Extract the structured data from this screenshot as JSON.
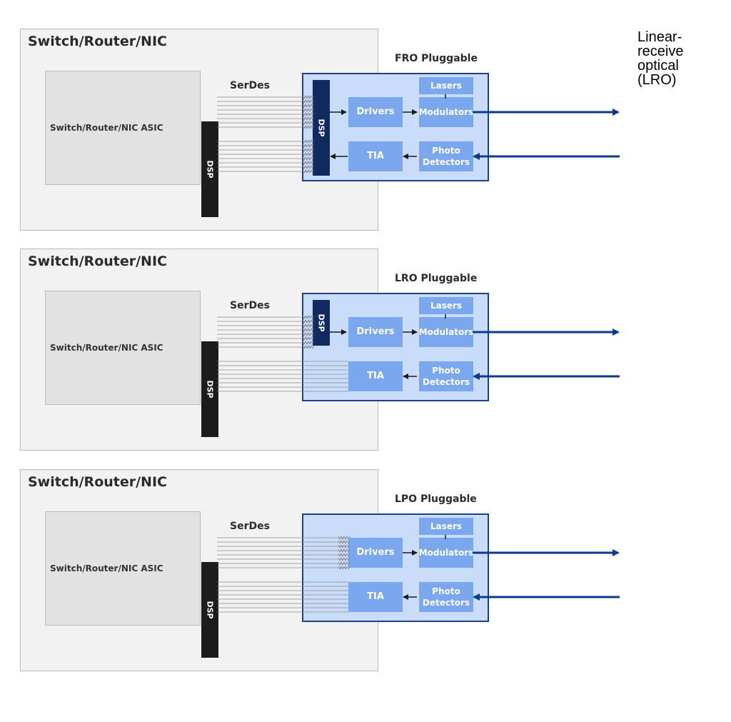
{
  "side_label": "Linear-\nreceive\noptical\n(LRO)",
  "colors": {
    "module_fill": "#c9dcfa",
    "module_border": "#1f3f86",
    "block_fill": "#7aa7ee",
    "arrow": "#0d3a8c",
    "dsp_module": "#10295e",
    "dsp_asic": "#1c1c1c"
  },
  "panels": [
    {
      "title": "Switch/Router/NIC",
      "asic_label": "Switch/Router/NIC ASIC",
      "dsp_label": "DSP",
      "serdes_label": "SerDes",
      "pluggable": {
        "title": "FRO Pluggable",
        "dsp_label": "DSP",
        "lasers": "Lasers",
        "drivers": "Drivers",
        "modulators": "Modulators",
        "tia": "TIA",
        "photo_detectors": "Photo\nDetectors"
      }
    },
    {
      "title": "Switch/Router/NIC",
      "asic_label": "Switch/Router/NIC ASIC",
      "dsp_label": "DSP",
      "serdes_label": "SerDes",
      "pluggable": {
        "title": "LRO Pluggable",
        "dsp_label": "DSP",
        "lasers": "Lasers",
        "drivers": "Drivers",
        "modulators": "Modulators",
        "tia": "TIA",
        "photo_detectors": "Photo\nDetectors"
      }
    },
    {
      "title": "Switch/Router/NIC",
      "asic_label": "Switch/Router/NIC ASIC",
      "dsp_label": "DSP",
      "serdes_label": "SerDes",
      "pluggable": {
        "title": "LPO Pluggable",
        "lasers": "Lasers",
        "drivers": "Drivers",
        "modulators": "Modulators",
        "tia": "TIA",
        "photo_detectors": "Photo\nDetectors"
      }
    }
  ]
}
